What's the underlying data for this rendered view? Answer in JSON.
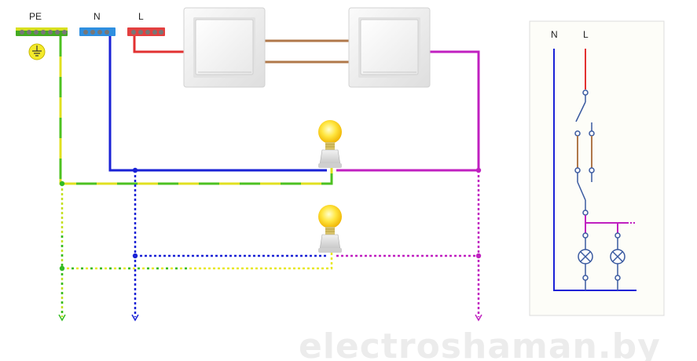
{
  "terminals": {
    "pe": "PE",
    "n": "N",
    "l": "L"
  },
  "schematic": {
    "n": "N",
    "l": "L"
  },
  "watermark": "electroshaman.by",
  "colors": {
    "phase": "#e23131",
    "neutral": "#1a22d6",
    "pe_yellow": "#e8e820",
    "pe_green": "#33bb22",
    "traveler": "#b0784a",
    "switched": "#c020c0",
    "schematic_line": "#3a5aa0"
  }
}
